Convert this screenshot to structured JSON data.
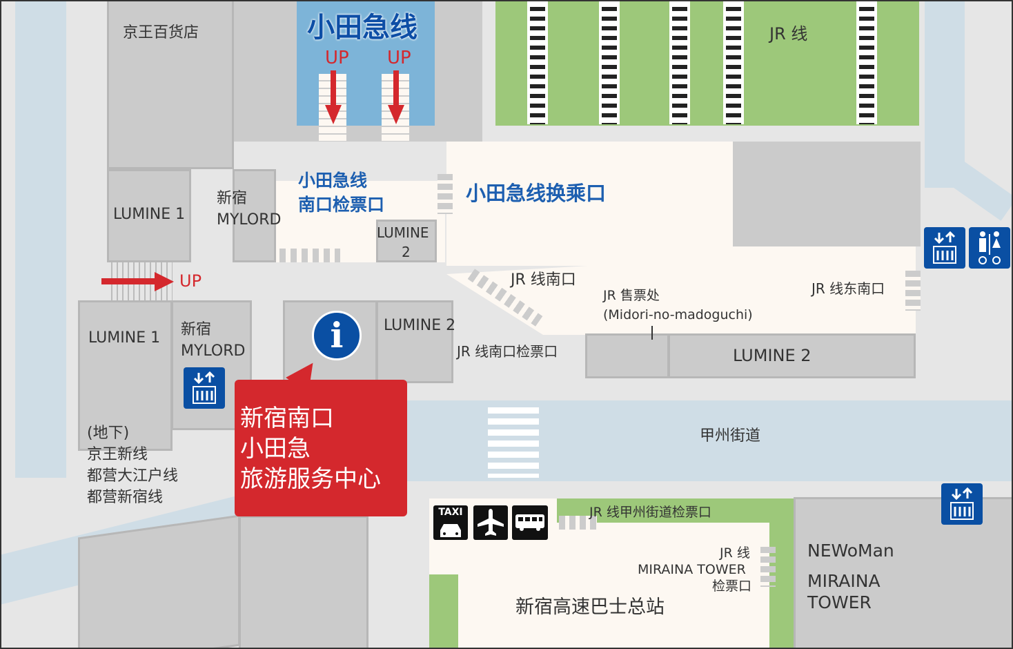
{
  "colors": {
    "accent_red": "#d4282d",
    "accent_blue": "#1d5fb0",
    "icon_blue": "#0a4fa3",
    "green": "#9dc87a",
    "platform": "#7db4d8"
  },
  "labels": {
    "keio_dept": "京王百货店",
    "odakyu_line": "小田急线",
    "up1": "UP",
    "up2": "UP",
    "up3": "UP",
    "jr_line": "JR 线",
    "odakyu_south_gate_1": "小田急线",
    "odakyu_south_gate_2": "南口检票口",
    "odakyu_transfer": "小田急线换乘口",
    "lumine1_top": "LUMINE 1",
    "mylord_top_1": "新宿",
    "mylord_top_2": "MYLORD",
    "lumine2_small_1": "LUMINE",
    "lumine2_small_2": "2",
    "jr_south_exit": "JR 线南口",
    "jr_ticket_office": "JR 售票处",
    "midori": "(Midori-no-madoguchi)",
    "jr_southeast_exit": "JR 线东南口",
    "lumine1_bottom": "LUMINE 1",
    "mylord_bottom_1": "新宿",
    "mylord_bottom_2": "MYLORD",
    "lumine2_mid": "LUMINE 2",
    "jr_south_gate": "JR 线南口检票口",
    "lumine2_bottom": "LUMINE 2",
    "koshu_kaido": "甲州街道",
    "underground_1": "(地下)",
    "underground_2": "京王新线",
    "underground_3": "都营大江户线",
    "underground_4": "都营新宿线",
    "jr_koshu_gate": "JR 线甲州街道检票口",
    "miraina_gate_1": "JR 线",
    "miraina_gate_2": "MIRAINA TOWER",
    "miraina_gate_3": "检票口",
    "bus_terminal": "新宿高速巴士总站",
    "newoman": "NEWoMan",
    "miraina_tower_1": "MIRAINA",
    "miraina_tower_2": "TOWER",
    "taxi": "TAXI"
  },
  "callout": {
    "line1": "新宿南口",
    "line2": "小田急",
    "line3": "旅游服务中心"
  },
  "icons": [
    "info-icon",
    "elevator-icon",
    "toilet-icon",
    "taxi-icon",
    "airplane-icon",
    "bus-icon"
  ]
}
